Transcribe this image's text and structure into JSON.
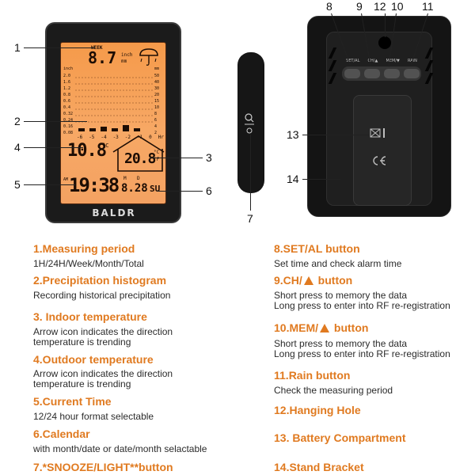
{
  "callouts": {
    "n1": "1",
    "n2": "2",
    "n3": "3",
    "n4": "4",
    "n5": "5",
    "n6": "6",
    "n7": "7",
    "n8": "8",
    "n9": "9",
    "n10": "10",
    "n11": "11",
    "n12": "12",
    "n13": "13",
    "n14": "14"
  },
  "device": {
    "brand": "BALDR",
    "lcd": {
      "period": "WEEK",
      "rain_value": "8.7",
      "rain_unit_top": "inch",
      "rain_unit_bottom": "mm",
      "axis_left_title": "inch",
      "axis_right_title": "mm",
      "axis_left_ticks": [
        "2.0",
        "1.6",
        "1.2",
        "0.8",
        "0.6",
        "0.4",
        "0.32",
        "0.24",
        "0.16",
        "0.08"
      ],
      "axis_right_ticks": [
        "50",
        "40",
        "30",
        "20",
        "15",
        "10",
        "8",
        "6",
        "4",
        "2"
      ],
      "x_ticks": [
        "-6",
        "-5",
        "-4",
        "-3",
        "-2",
        "-1",
        "0",
        "Hr"
      ],
      "indoor_temp": "10.8",
      "indoor_unit": "°C",
      "outdoor_temp": "20.8",
      "outdoor_unit": "°C",
      "outdoor_unit2": "°F",
      "time": "19:38",
      "ampm": "AM",
      "date_m": "M",
      "date_d": "D",
      "date": "8.28",
      "weekday": "SU"
    },
    "back_buttons": [
      "SET/AL",
      "CH/▲",
      "MEM/▼",
      "RAIN"
    ]
  },
  "legend": [
    {
      "title": "1.Measuring period",
      "lines": [
        "1H/24H/Week/Month/Total"
      ]
    },
    {
      "title": "2.Precipitation histogram",
      "lines": [
        "Recording historical precipitation"
      ]
    },
    {
      "title": "3. Indoor temperature",
      "lines": [
        "Arrow icon indicates the direction",
        "temperature is trending"
      ]
    },
    {
      "title": "4.Outdoor temperature",
      "lines": [
        "Arrow icon indicates the direction",
        "temperature is trending"
      ]
    },
    {
      "title": "5.Current Time",
      "lines": [
        "12/24 hour format selectable"
      ]
    },
    {
      "title": "6.Calendar",
      "lines": [
        "with month/date or date/month selactable"
      ]
    },
    {
      "title": "7.*SNOOZE/LIGHT**button",
      "lines": []
    },
    {
      "title": "8.SET/AL button",
      "lines": [
        "Set time and check alarm time"
      ]
    },
    {
      "title_before": "9.CH/",
      "title_after": " button",
      "lines": [
        "Short press to memory the data",
        "Long press to enter into RF re-registration"
      ]
    },
    {
      "title_before": "10.MEM/",
      "title_after": " button",
      "lines": [
        "Short press to memory the data",
        "Long press to enter into RF re-registration"
      ]
    },
    {
      "title": "11.Rain button",
      "lines": [
        "Check the measuring period"
      ]
    },
    {
      "title": "12.Hanging Hole",
      "lines": []
    },
    {
      "title": "13. Battery Compartment",
      "lines": []
    },
    {
      "title": "14.Stand Bracket",
      "lines": []
    }
  ],
  "colors": {
    "heading": "#e07a20",
    "lcd": "#f59a4a",
    "device": "#1b1b1b"
  }
}
